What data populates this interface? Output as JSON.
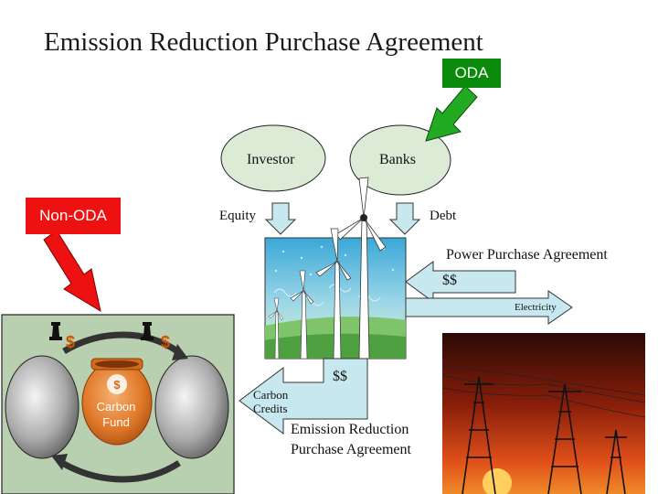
{
  "title": "Emission Reduction Purchase Agreement",
  "oda_label": "ODA",
  "non_oda_label": "Non-ODA",
  "investor_label": "Investor",
  "banks_label": "Banks",
  "equity_label": "Equity",
  "debt_label": "Debt",
  "ppa_label": "Power Purchase Agreement",
  "ppa_payment": "$$",
  "electricity_label": "Electricity",
  "er_payment": "$$",
  "carbon_credits_label": "Carbon Credits",
  "erpa_label": "Emission Reduction Purchase Agreement",
  "carbon_fund_label": "Carbon Fund",
  "fund_currency_1": "$",
  "fund_currency_2": "$",
  "fund_currency_3": "$",
  "colors": {
    "oda": "#0a8a0a",
    "non_oda": "#ee1111",
    "bubble": "#dcebd6",
    "arrow": "#c8e8f0",
    "panel": "#b8cfb0"
  }
}
